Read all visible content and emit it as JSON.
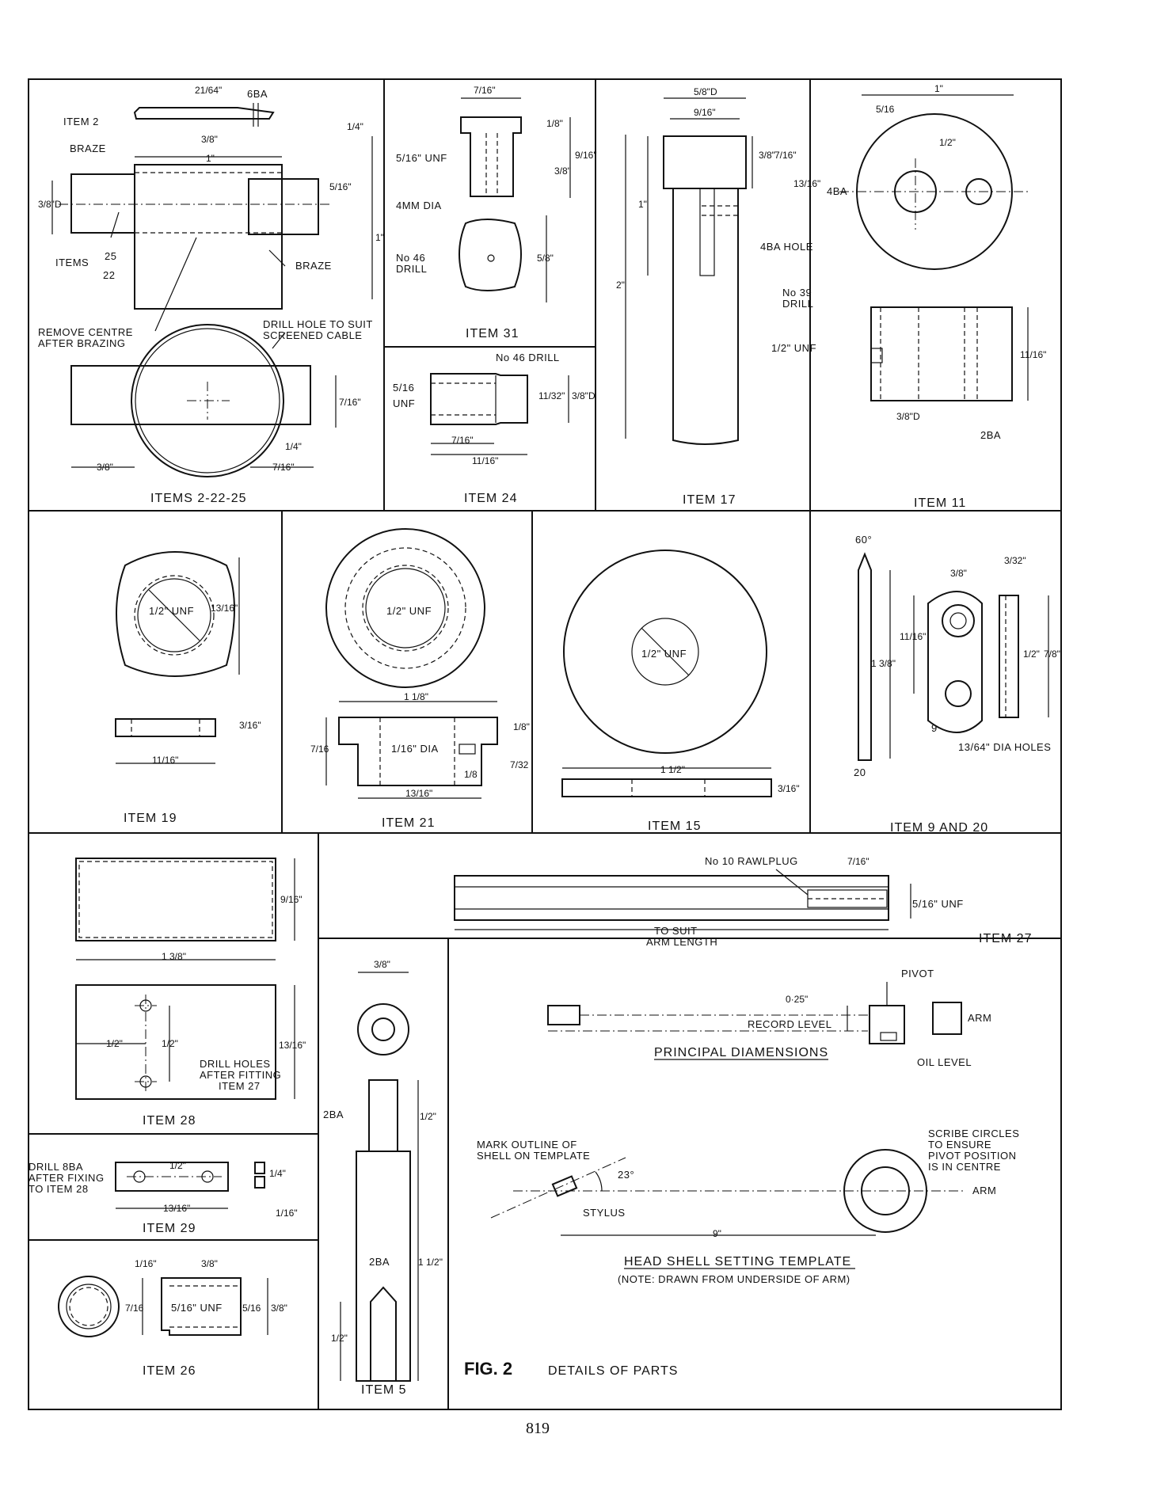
{
  "figure": {
    "number": "FIG. 2",
    "caption": "DETAILS OF PARTS",
    "page_number": "819"
  },
  "items": {
    "item_2_22_25": {
      "title": "ITEMS 2-22-25",
      "labels": [
        "ITEM 2",
        "BRAZE",
        "BRAZE",
        "ITEMS",
        "25",
        "22",
        "6BA",
        "REMOVE CENTRE",
        "AFTER BRAZING",
        "DRILL HOLE TO SUIT",
        "SCREENED CABLE"
      ],
      "dims": [
        "21/64\"",
        "3/8\"",
        "1\"",
        "1/4\"",
        "5/16\"",
        "3/8\"D",
        "1\"",
        "7/16\"",
        "3/8\"",
        "1/4\"",
        "7/16\""
      ]
    },
    "item_31": {
      "title": "ITEM 31",
      "labels": [
        "5/16\" UNF",
        "4MM DIA",
        "No 46",
        "DRILL"
      ],
      "dims": [
        "7/16\"",
        "1/8\"",
        "9/16\"",
        "3/8\"",
        "5/8\""
      ]
    },
    "item_24": {
      "title": "ITEM 24",
      "labels": [
        "No 46 DRILL",
        "5/16",
        "UNF"
      ],
      "dims": [
        "11/32\"",
        "3/8\"D",
        "7/16\"",
        "11/16\""
      ]
    },
    "item_17": {
      "title": "ITEM 17",
      "labels": [
        "4BA HOLE",
        "No 39",
        "DRILL",
        "1/2\" UNF"
      ],
      "dims": [
        "5/8\"D",
        "9/16\"",
        "3/8\"",
        "7/16\"",
        "13/16\"",
        "1\"",
        "2\""
      ]
    },
    "item_11": {
      "title": "ITEM 11",
      "labels": [
        "4BA",
        "2BA"
      ],
      "dims": [
        "1\"",
        "5/16\"",
        "1/2\"",
        "11/16\"",
        "3/8\"D"
      ]
    },
    "item_19": {
      "title": "ITEM 19",
      "labels": [
        "1/2\" UNF"
      ],
      "dims": [
        "13/16\"",
        "3/16\"",
        "11/16\""
      ]
    },
    "item_21": {
      "title": "ITEM 21",
      "labels": [
        "1/2\" UNF",
        "1/16\" DIA"
      ],
      "dims": [
        "1 1/8\"",
        "1/8\"",
        "7/16\"",
        "7/32\"",
        "1/8\"",
        "13/16\""
      ]
    },
    "item_15": {
      "title": "ITEM 15",
      "labels": [
        "1/2\" UNF"
      ],
      "dims": [
        "1 1/2\"",
        "3/16\""
      ]
    },
    "item_9_20": {
      "title": "ITEM 9 AND 20",
      "labels": [
        "60°",
        "9",
        "20",
        "13/64\" DIA HOLES"
      ],
      "dims": [
        "3/8\"",
        "3/32\"",
        "11/16\"",
        "1 3/8\"",
        "1/2\"",
        "7/8\""
      ]
    },
    "item_28": {
      "title": "ITEM 28",
      "labels": [
        "DRILL HOLES",
        "AFTER FITTING",
        "ITEM 27"
      ],
      "dims": [
        "9/16\"",
        "1 3/8\"",
        "1/2\"",
        "1/2\"",
        "13/16\""
      ]
    },
    "item_27": {
      "title": "ITEM 27",
      "labels": [
        "No 10 RAWLPLUG",
        "5/16\" UNF",
        "TO SUIT",
        "ARM LENGTH"
      ],
      "dims": [
        "7/16\""
      ]
    },
    "item_29": {
      "title": "ITEM 29",
      "labels": [
        "DRILL 8BA",
        "AFTER FIXING",
        "TO ITEM 28"
      ],
      "dims": [
        "1/2\"",
        "13/16\"",
        "1/4\"",
        "1/16\""
      ]
    },
    "item_26": {
      "title": "ITEM 26",
      "labels": [
        "5/16\" UNF"
      ],
      "dims": [
        "1/16\"",
        "3/8\"",
        "7/16\"",
        "5/16\"",
        "3/8\""
      ]
    },
    "item_5": {
      "title": "ITEM 5",
      "labels": [
        "2BA",
        "2BA"
      ],
      "dims": [
        "3/8\"",
        "1/2\"",
        "1 1/2\"",
        "1/2\""
      ]
    },
    "principal": {
      "title": "PRINCIPAL DIAMENSIONS",
      "labels": [
        "PIVOT",
        "0·25\"",
        "RECORD LEVEL",
        "ARM",
        "OIL LEVEL"
      ]
    },
    "template": {
      "title": "HEAD SHELL SETTING TEMPLATE",
      "note": "(NOTE: DRAWN FROM UNDERSIDE OF ARM)",
      "labels": [
        "MARK OUTLINE OF",
        "SHELL ON TEMPLATE",
        "23°",
        "STYLUS",
        "9\"",
        "SCRIBE CIRCLES",
        "TO ENSURE",
        "PIVOT POSITION",
        "IS IN CENTRE",
        "ARM"
      ]
    }
  }
}
